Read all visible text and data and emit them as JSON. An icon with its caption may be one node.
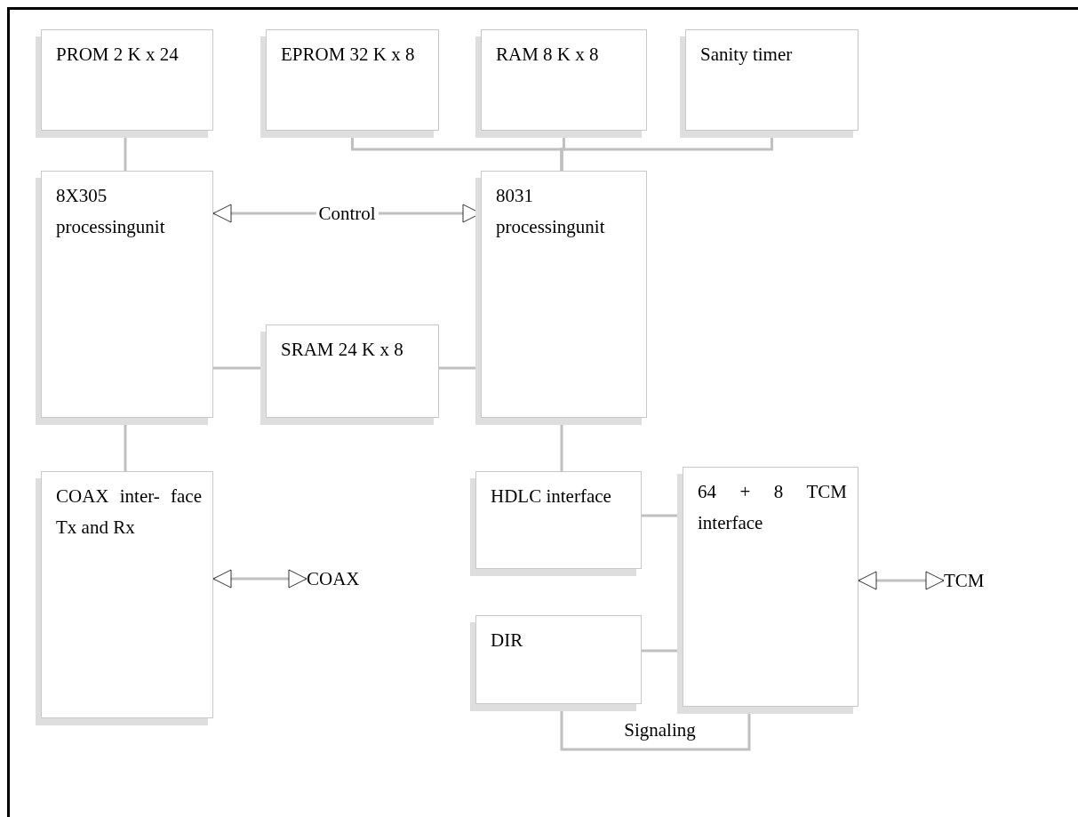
{
  "diagram": {
    "nodes": [
      {
        "text": [
          "PROM 2 K x 24"
        ]
      },
      {
        "text": [
          "EPROM 32 K x 8"
        ]
      },
      {
        "text": [
          "RAM 8 K x 8"
        ]
      },
      {
        "text": [
          "Sanity timer"
        ]
      },
      {
        "text": [
          "8X305 processingunit"
        ]
      },
      {
        "text": [
          "8031 processingunit"
        ]
      },
      {
        "text": [
          "SRAM 24 K x 8"
        ]
      },
      {
        "text": [
          "COAX inter- face Tx and Rx"
        ]
      },
      {
        "text": [
          "HDLC interface"
        ]
      },
      {
        "text": [
          "64 + 8 TCM interface"
        ]
      },
      {
        "text": [
          "DIR"
        ]
      },
      {
        "text": [
          "COAX"
        ]
      },
      {
        "text": [
          "TCM"
        ]
      }
    ],
    "edges": [
      {
        "from": 0,
        "to": 4,
        "arrow": "none"
      },
      {
        "from": 1,
        "to": 5,
        "arrow": "none"
      },
      {
        "from": 2,
        "to": 5,
        "arrow": "none"
      },
      {
        "from": 3,
        "to": 5,
        "arrow": "none"
      },
      {
        "from": 4,
        "to": 5,
        "arrow": "both",
        "label": "Control"
      },
      {
        "from": 4,
        "to": 6,
        "arrow": "none"
      },
      {
        "from": 6,
        "to": 5,
        "arrow": "none"
      },
      {
        "from": 4,
        "to": 7,
        "arrow": "none"
      },
      {
        "from": 5,
        "to": 8,
        "arrow": "none"
      },
      {
        "from": 8,
        "to": 9,
        "arrow": "none"
      },
      {
        "from": 10,
        "to": 9,
        "arrow": "none"
      },
      {
        "from": 7,
        "to": 11,
        "arrow": "both"
      },
      {
        "from": 9,
        "to": 12,
        "arrow": "both"
      },
      {
        "from": 10,
        "to": 9,
        "arrow": "none",
        "label": "Signaling"
      }
    ]
  }
}
